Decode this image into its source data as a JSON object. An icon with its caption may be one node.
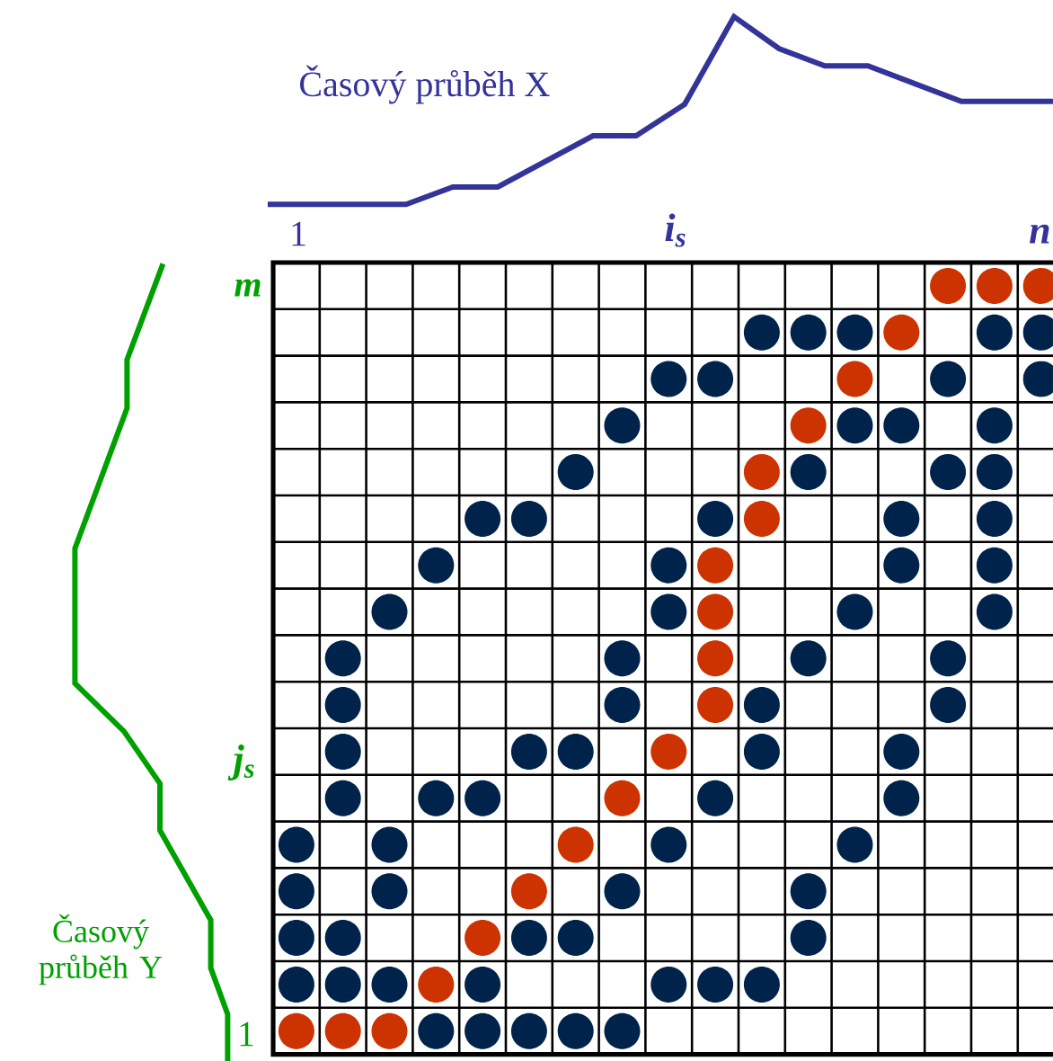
{
  "diagram": {
    "labels": [
      "Časový průběh X",
      "1",
      "i$_{s}$",
      "n",
      "m",
      "j$_{s}$",
      "Časový průběh Y",
      "1"
    ]
  }
}
